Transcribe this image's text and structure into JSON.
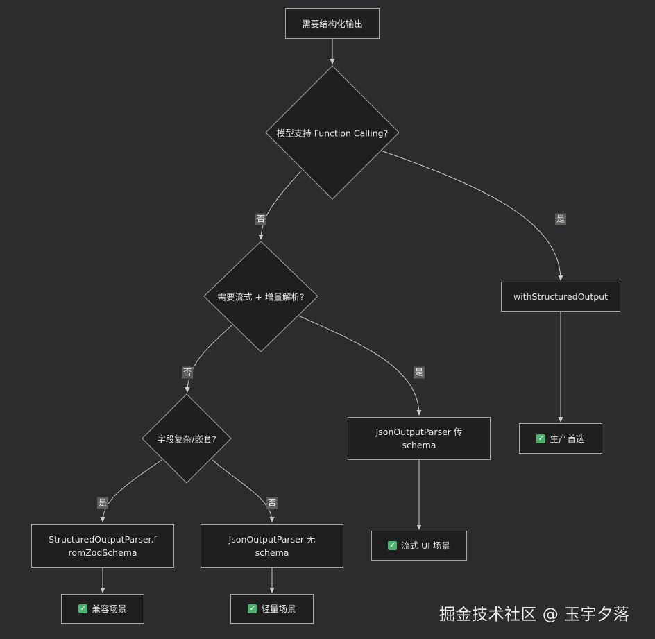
{
  "nodes": {
    "start": "需要结构化输出",
    "q_function_calling": "模型支持 Function Calling?",
    "q_stream": "需要流式 + 增量解析?",
    "q_complex": "字段复杂/嵌套?",
    "with_structured_output": "withStructuredOutput",
    "prod_first": "生产首选",
    "json_parser_schema": "JsonOutputParser 传 schema",
    "stream_ui": "流式 UI 场景",
    "structured_parser": "StructuredOutputParser.fromZodSchema",
    "json_parser_no_schema": "JsonOutputParser 无 schema",
    "compat": "兼容场景",
    "light": "轻量场景"
  },
  "edge_labels": {
    "fc_no": "否",
    "fc_yes": "是",
    "stream_no": "否",
    "stream_yes": "是",
    "complex_yes": "是",
    "complex_no": "否"
  },
  "icons": {
    "check": "white-check-mark-icon"
  },
  "colors": {
    "background": "#2c2c2e",
    "node_fill": "#1f1f1f",
    "stroke": "#a6a6a6",
    "check": "#4caf6e"
  },
  "watermark": "掘金技术社区 @ 玉宇夕落"
}
